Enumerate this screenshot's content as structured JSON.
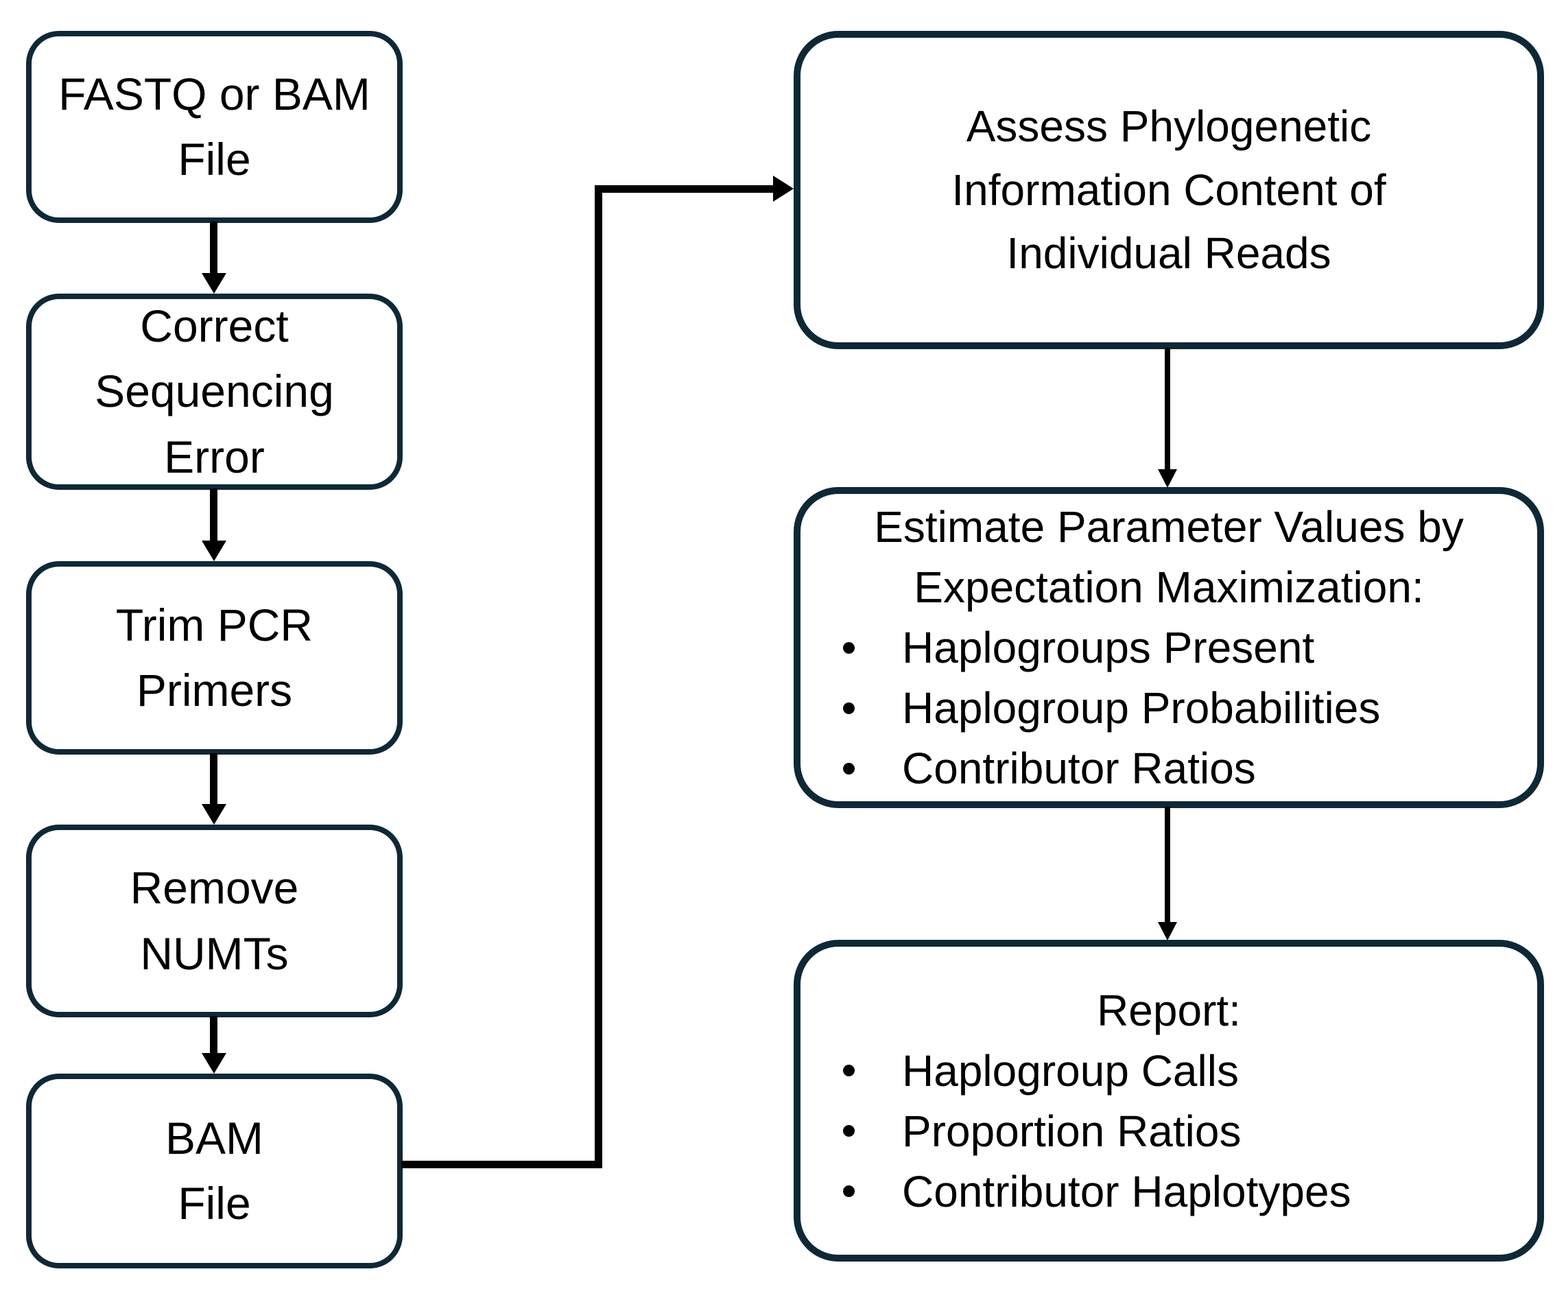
{
  "colors": {
    "box_border": "#0e2836",
    "box_fill": "#ffffff",
    "arrow": "#000000",
    "text": "#000000",
    "background": "#ffffff"
  },
  "left_column": [
    {
      "label": "FASTQ or BAM\nFile"
    },
    {
      "label": "Correct\nSequencing\nError"
    },
    {
      "label": "Trim PCR\nPrimers"
    },
    {
      "label": "Remove\nNUMTs"
    },
    {
      "label": "BAM\nFile"
    }
  ],
  "right_column": [
    {
      "label": "Assess Phylogenetic\nInformation Content of\nIndividual Reads"
    },
    {
      "title": "Estimate Parameter Values by\nExpectation Maximization:",
      "bullets": [
        "Haplogroups Present",
        "Haplogroup Probabilities",
        "Contributor Ratios"
      ]
    },
    {
      "title": "Report:",
      "bullets": [
        "Haplogroup Calls",
        "Proportion Ratios",
        "Contributor Haplotypes"
      ]
    }
  ]
}
